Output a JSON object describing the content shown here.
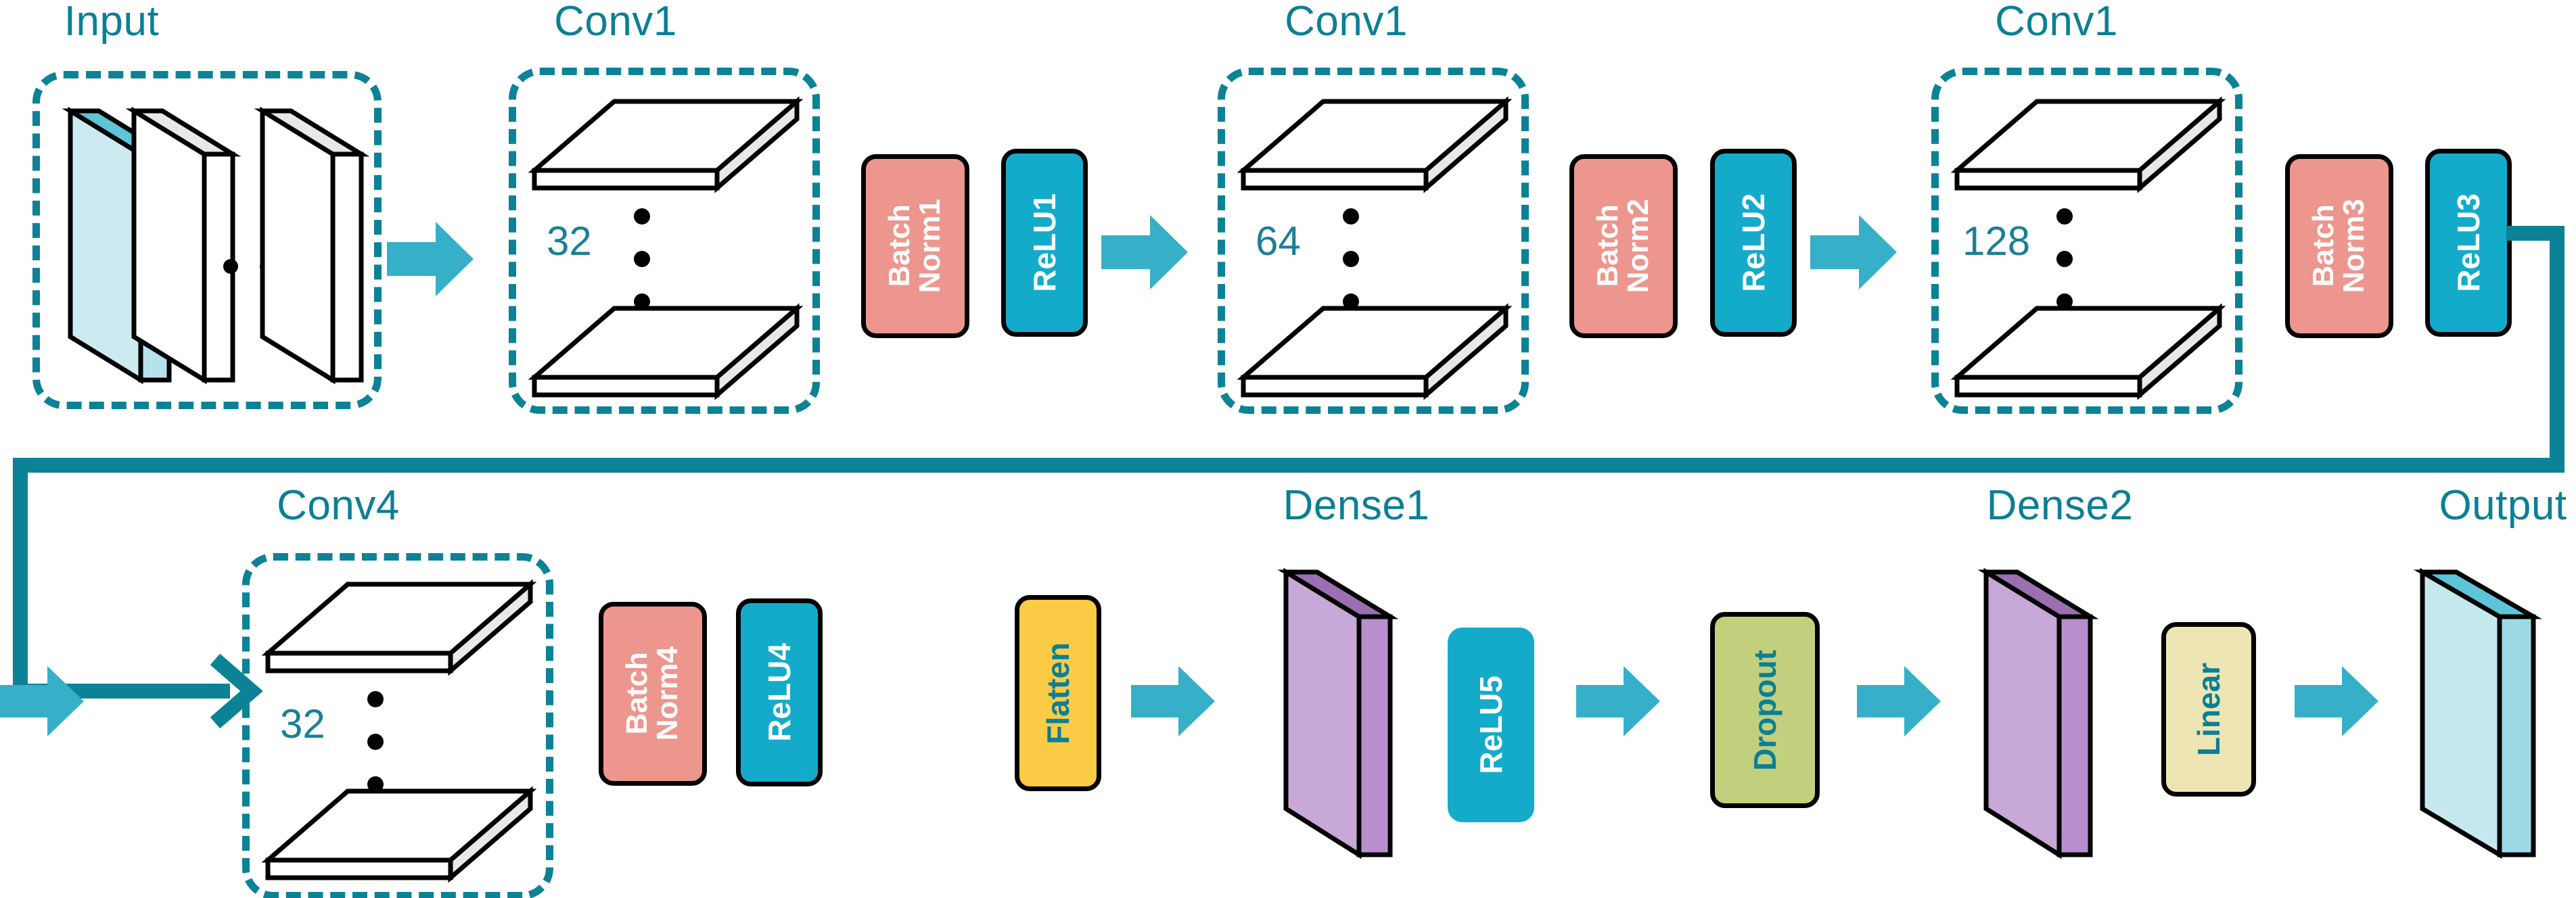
{
  "diagram": {
    "title": "CNN architecture block diagram",
    "colors": {
      "teal_text": "#0b7f95",
      "dash_border": "#0b8296",
      "batchnorm_fill": "#ec968e",
      "relu_fill": "#14abcb",
      "flatten_fill": "#fbcb46",
      "dropout_fill": "#c2cf7c",
      "dense_fill": "#c8a8d8",
      "dense_edge": "#9b6fb0",
      "linear_fill": "#ede5b4",
      "output_fill": "#c5e8ef",
      "output_edge": "#5ec4d8",
      "arrow_fill": "#36b0c9",
      "connector": "#0b8296",
      "plate_side": "#e8e8e8",
      "outline": "#000000"
    },
    "row1": {
      "input": {
        "title": "Input",
        "slab_count": 3,
        "dots": 3
      },
      "conv1": {
        "title": "Conv1",
        "channels": "32",
        "dots": 3
      },
      "op_batchnorm1": {
        "line1": "Batch",
        "line2": "Norm1"
      },
      "op_relu1": {
        "label": "ReLU1"
      },
      "conv2": {
        "title": "Conv1",
        "channels": "64",
        "dots": 3
      },
      "op_batchnorm2": {
        "line1": "Batch",
        "line2": "Norm2"
      },
      "op_relu2": {
        "label": "ReLU2"
      },
      "conv3": {
        "title": "Conv1",
        "channels": "128",
        "dots": 3
      },
      "op_batchnorm3": {
        "line1": "Batch",
        "line2": "Norm3"
      },
      "op_relu3": {
        "label": "ReLU3"
      }
    },
    "row2": {
      "conv4": {
        "title": "Conv4",
        "channels": "32",
        "dots": 3
      },
      "op_batchnorm4": {
        "line1": "Batch",
        "line2": "Norm4"
      },
      "op_relu4": {
        "label": "ReLU4"
      },
      "op_flatten": {
        "label": "Flatten"
      },
      "dense1": {
        "title": "Dense1"
      },
      "op_relu5": {
        "label": "ReLU5"
      },
      "op_dropout": {
        "label": "Dropout"
      },
      "dense2": {
        "title": "Dense2"
      },
      "op_linear": {
        "label": "Linear"
      },
      "output": {
        "title": "Output"
      }
    },
    "flow_sequence": [
      "Input",
      "Conv1 32",
      "Batch Norm1",
      "ReLU1",
      "Conv1 64",
      "Batch Norm2",
      "ReLU2",
      "Conv1 128",
      "Batch Norm3",
      "ReLU3",
      "Conv4 32",
      "Batch Norm4",
      "ReLU4",
      "Flatten",
      "Dense1",
      "ReLU5",
      "Dropout",
      "Dense2",
      "Linear",
      "Output"
    ]
  }
}
